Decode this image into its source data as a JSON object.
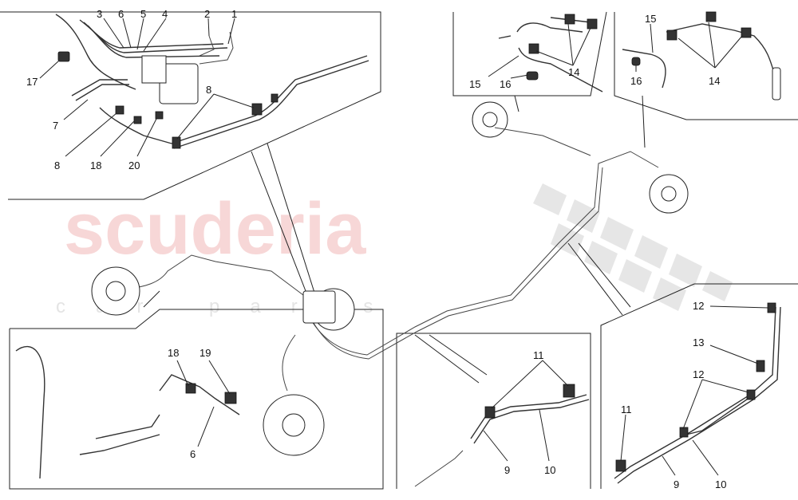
{
  "watermark": {
    "brand": "scuderia",
    "sub": "car parts"
  },
  "callouts": {
    "tl_1": "1",
    "tl_2": "2",
    "tl_3": "3",
    "tl_4": "4",
    "tl_5": "5",
    "tl_6": "6",
    "tl_7": "7",
    "tl_8a": "8",
    "tl_8b": "8",
    "tl_17": "17",
    "tl_18": "18",
    "tl_20": "20",
    "tm_14": "14",
    "tm_15": "15",
    "tm_16": "16",
    "tr_14": "14",
    "tr_15": "15",
    "tr_16": "16",
    "bl_18": "18",
    "bl_19": "19",
    "bl_6": "6",
    "bm_11": "11",
    "bm_9": "9",
    "bm_10": "10",
    "br_12a": "12",
    "br_13": "13",
    "br_12b": "12",
    "br_11": "11",
    "br_9": "9",
    "br_10": "10"
  }
}
